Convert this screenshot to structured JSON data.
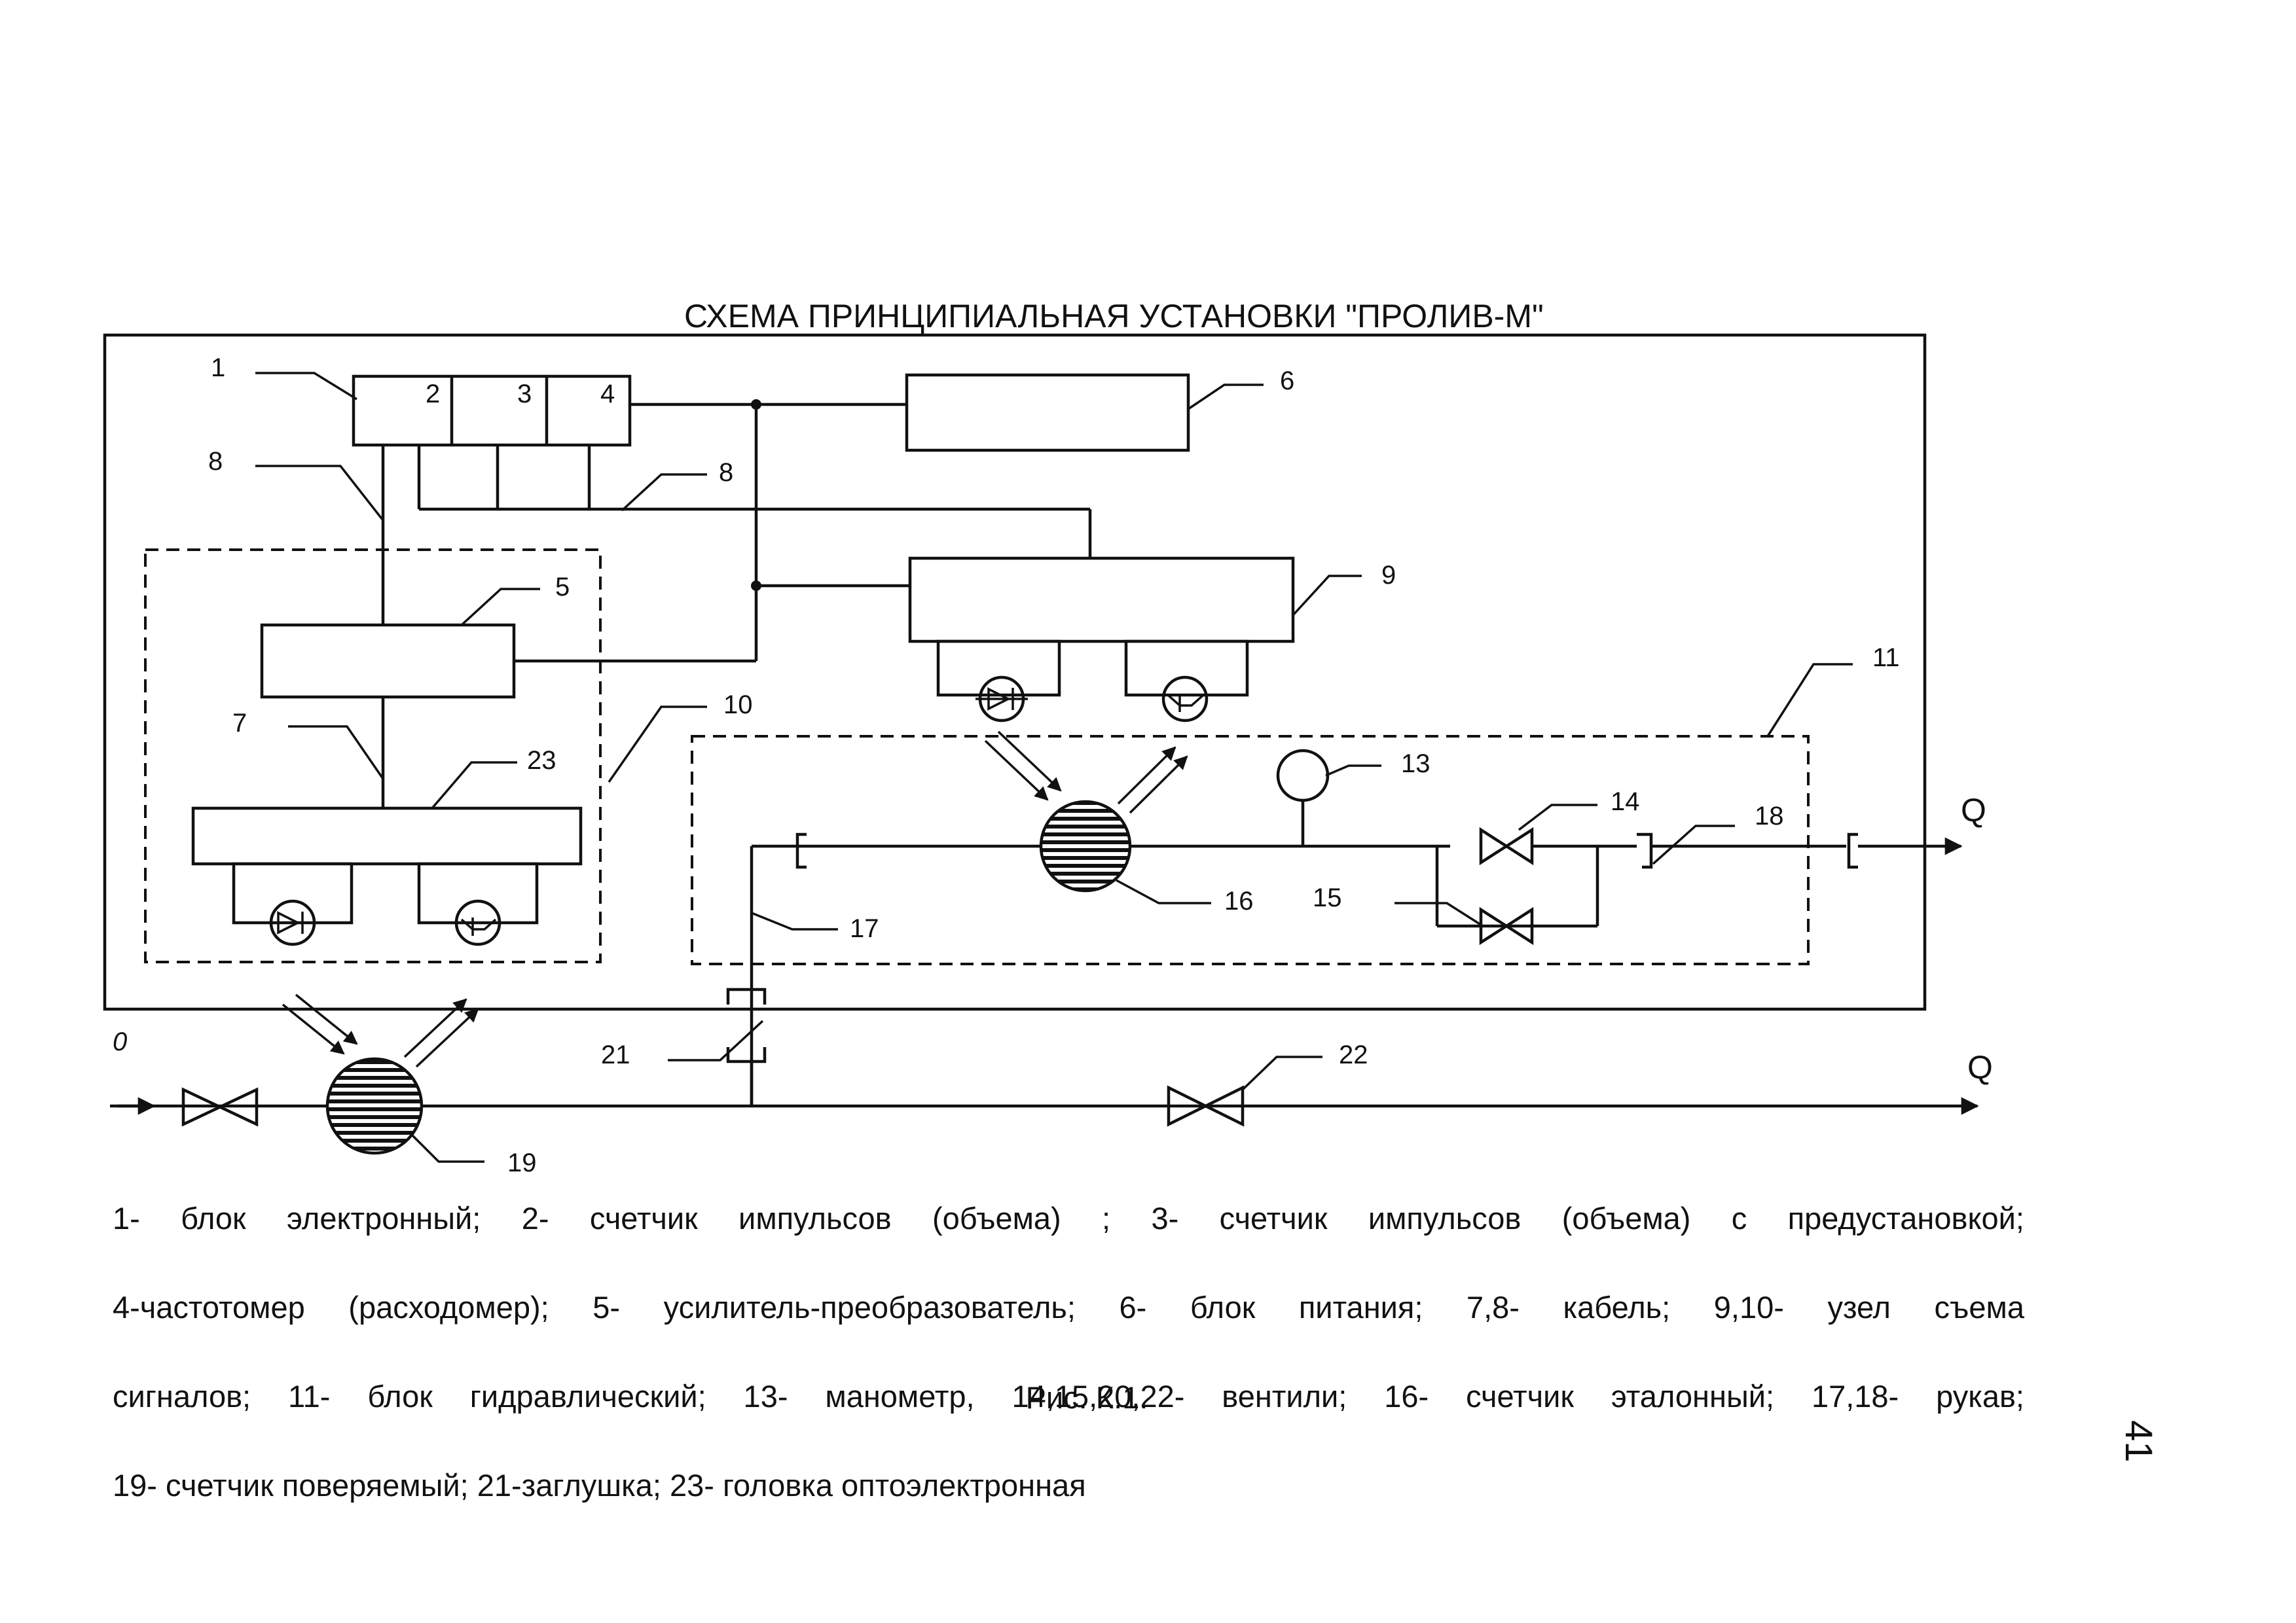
{
  "title": "СХЕМА ПРИНЦИПИАЛЬНАЯ УСТАНОВКИ \"ПРОЛИВ-М\"",
  "labels": {
    "n1": "1",
    "n2": "2",
    "n3": "3",
    "n4": "4",
    "n5": "5",
    "n6": "6",
    "n7": "7",
    "n8a": "8",
    "n8b": "8",
    "n9": "9",
    "n10": "10",
    "n11": "11",
    "n13": "13",
    "n14": "14",
    "n15": "15",
    "n16": "16",
    "n17": "17",
    "n18": "18",
    "n19": "19",
    "n21": "21",
    "n22": "22",
    "n23": "23",
    "n0": "0",
    "q_upper": "Q",
    "q_lower": "Q"
  },
  "legend_lines": [
    "1- блок электронный; 2- счетчик импульсов (объема) ; 3- счетчик импульсов (объема) с предустановкой;",
    "4-частотомер (расходомер); 5- усилитель-преобразователь; 6- блок питания; 7,8- кабель; 9,10- узел съема",
    "сигналов; 11- блок гидравлический; 13- манометр, 14,15,20,22- вентили; 16- счетчик эталонный; 17,18- рукав;",
    "19- счетчик поверяемый; 21-заглушка; 23- головка оптоэлектронная"
  ],
  "caption": "Рис. К.1.",
  "page_number": "41"
}
